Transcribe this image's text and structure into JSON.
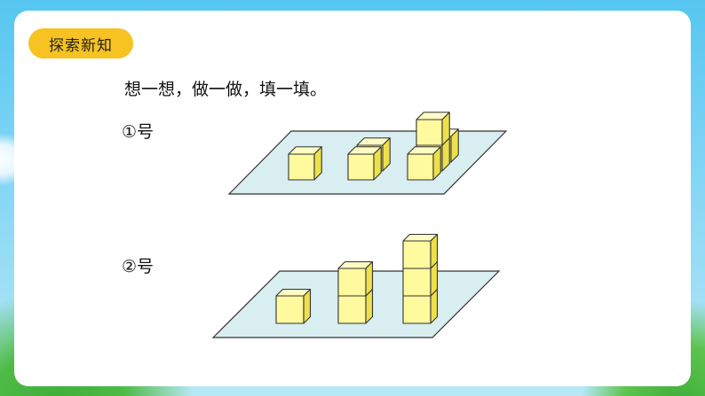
{
  "section_tag": "探索新知",
  "instruction": "想一想，做一做，填一填。",
  "figures": [
    {
      "label": "①号",
      "description_stack_counts": [
        1,
        2,
        3
      ]
    },
    {
      "label": "②号",
      "description_stack_counts": [
        1,
        2,
        3
      ]
    }
  ],
  "colors": {
    "cube_fill": "#fffa9e",
    "cube_side": "#ede04a",
    "cube_top": "#fffbc4",
    "plane_fill": "#d8eef0",
    "tag_bg": "#f7c322"
  }
}
